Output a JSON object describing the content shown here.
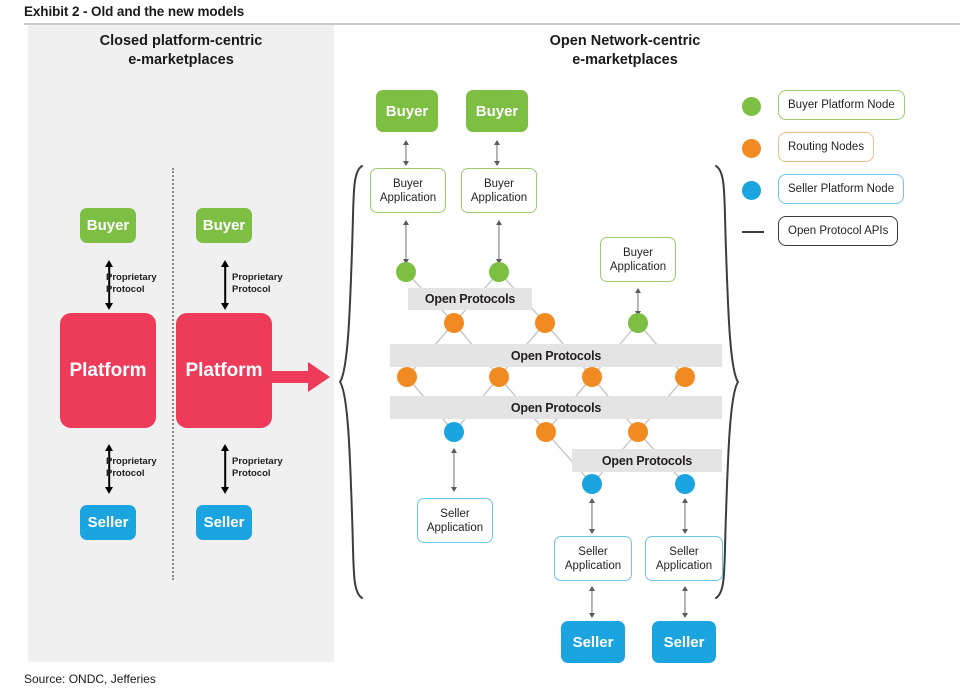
{
  "exhibit": {
    "title": "Exhibit 2 - Old and the new models",
    "source": "Source: ONDC, Jefferies"
  },
  "left_panel": {
    "heading_line1": "Closed platform-centric",
    "heading_line2": "e-marketplaces",
    "columns": [
      {
        "buyer": "Buyer",
        "platform": "Platform",
        "seller": "Seller",
        "top_protocol_line1": "Proprietary",
        "top_protocol_line2": "Protocol",
        "bottom_protocol_line1": "Proprietary",
        "bottom_protocol_line2": "Protocol"
      },
      {
        "buyer": "Buyer",
        "platform": "Platform",
        "seller": "Seller",
        "top_protocol_line1": "Proprietary",
        "top_protocol_line2": "Protocol",
        "bottom_protocol_line1": "Proprietary",
        "bottom_protocol_line2": "Protocol"
      }
    ]
  },
  "right_panel": {
    "heading_line1": "Open Network-centric",
    "heading_line2": "e-marketplaces",
    "buyers": [
      "Buyer",
      "Buyer"
    ],
    "buyer_apps": [
      {
        "line1": "Buyer",
        "line2": "Application"
      },
      {
        "line1": "Buyer",
        "line2": "Application"
      },
      {
        "line1": "Buyer",
        "line2": "Application"
      }
    ],
    "seller_apps": [
      {
        "line1": "Seller",
        "line2": "Application"
      },
      {
        "line1": "Seller",
        "line2": "Application"
      },
      {
        "line1": "Seller",
        "line2": "Application"
      }
    ],
    "sellers": [
      "Seller",
      "Seller"
    ],
    "protocol_bars": [
      "Open Protocols",
      "Open Protocols",
      "Open Protocols",
      "Open Protocols"
    ]
  },
  "legend": {
    "items": [
      {
        "label": "Buyer Platform Node",
        "color": "#7CBF43",
        "marker": "circle-green-icon"
      },
      {
        "label": "Routing Nodes",
        "color": "#F18A21",
        "marker": "circle-orange-icon"
      },
      {
        "label": "Seller Platform Node",
        "color": "#1BA5E0",
        "marker": "circle-blue-icon"
      },
      {
        "label": "Open Protocol APIs",
        "color": "#3A3A3A",
        "marker": "line-black-icon"
      }
    ]
  },
  "colors": {
    "green": "#7CBF43",
    "orange": "#F18A21",
    "blue": "#1BA5E0",
    "red": "#EE3B59",
    "panel_gray": "#F0F0F0",
    "bar_gray": "#E4E4E4"
  }
}
